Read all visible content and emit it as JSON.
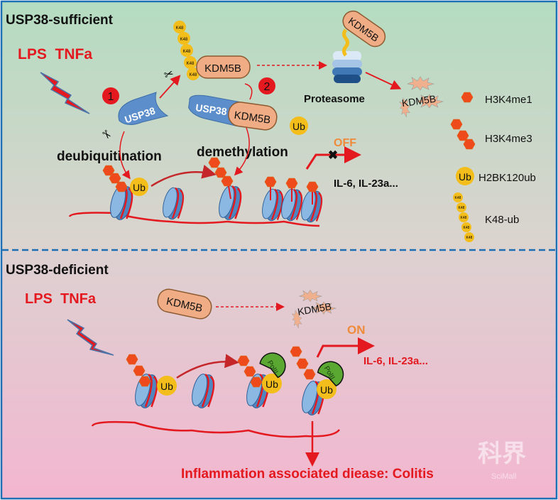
{
  "colors": {
    "border": "#1f6fb5",
    "top_bg_start": "#b4dcc0",
    "top_bg_end": "#dcd3cf",
    "bottom_bg_start": "#ddd1d1",
    "bottom_bg_end": "#f2b6cf",
    "stimulus_red": "#e3191f",
    "kdm5b_fill": "#f0ad85",
    "usp38_blue": "#5b8ecb",
    "ub_yellow": "#f3bd1c",
    "histone_mark": "#ee4a1c",
    "polii_green": "#5aa832",
    "switch_orange": "#ee8a3a"
  },
  "top": {
    "title": "USP38-sufficient",
    "stimulus": "LPS  TNFa",
    "step1": "1",
    "step2": "2",
    "usp38": "USP38",
    "kdm5b": "KDM5B",
    "complex_usp38": "USP38",
    "complex_kdm5b": "KDM5B",
    "k48": "K48",
    "proteasome_kdm5b": "KDM5B",
    "proteasome_label": "Proteasome",
    "degraded_kdm5b": "KDM5B",
    "free_ub": "Ub",
    "deubiquitination": "deubiquitination",
    "demethylation": "demethylation",
    "switch": "OFF",
    "genes": "IL-6, IL-23a...",
    "chromatin_ub": "Ub"
  },
  "legend": [
    {
      "label": "H3K4me1"
    },
    {
      "label": "H3K4me3"
    },
    {
      "label": "H2BK120ub",
      "icon_text": "Ub"
    },
    {
      "label": "K48-ub",
      "icon_text": "K48"
    }
  ],
  "bottom": {
    "title": "USP38-deficient",
    "stimulus": "LPS  TNFa",
    "kdm5b": "KDM5B",
    "degraded_kdm5b": "KDM5B",
    "switch": "ON",
    "genes": "IL-6, IL-23a...",
    "ub": "Ub",
    "polii": "PolII",
    "outcome": "Inflammation associated diease: Colitis"
  },
  "watermark": {
    "cn": "科界",
    "en": "SciMall"
  }
}
